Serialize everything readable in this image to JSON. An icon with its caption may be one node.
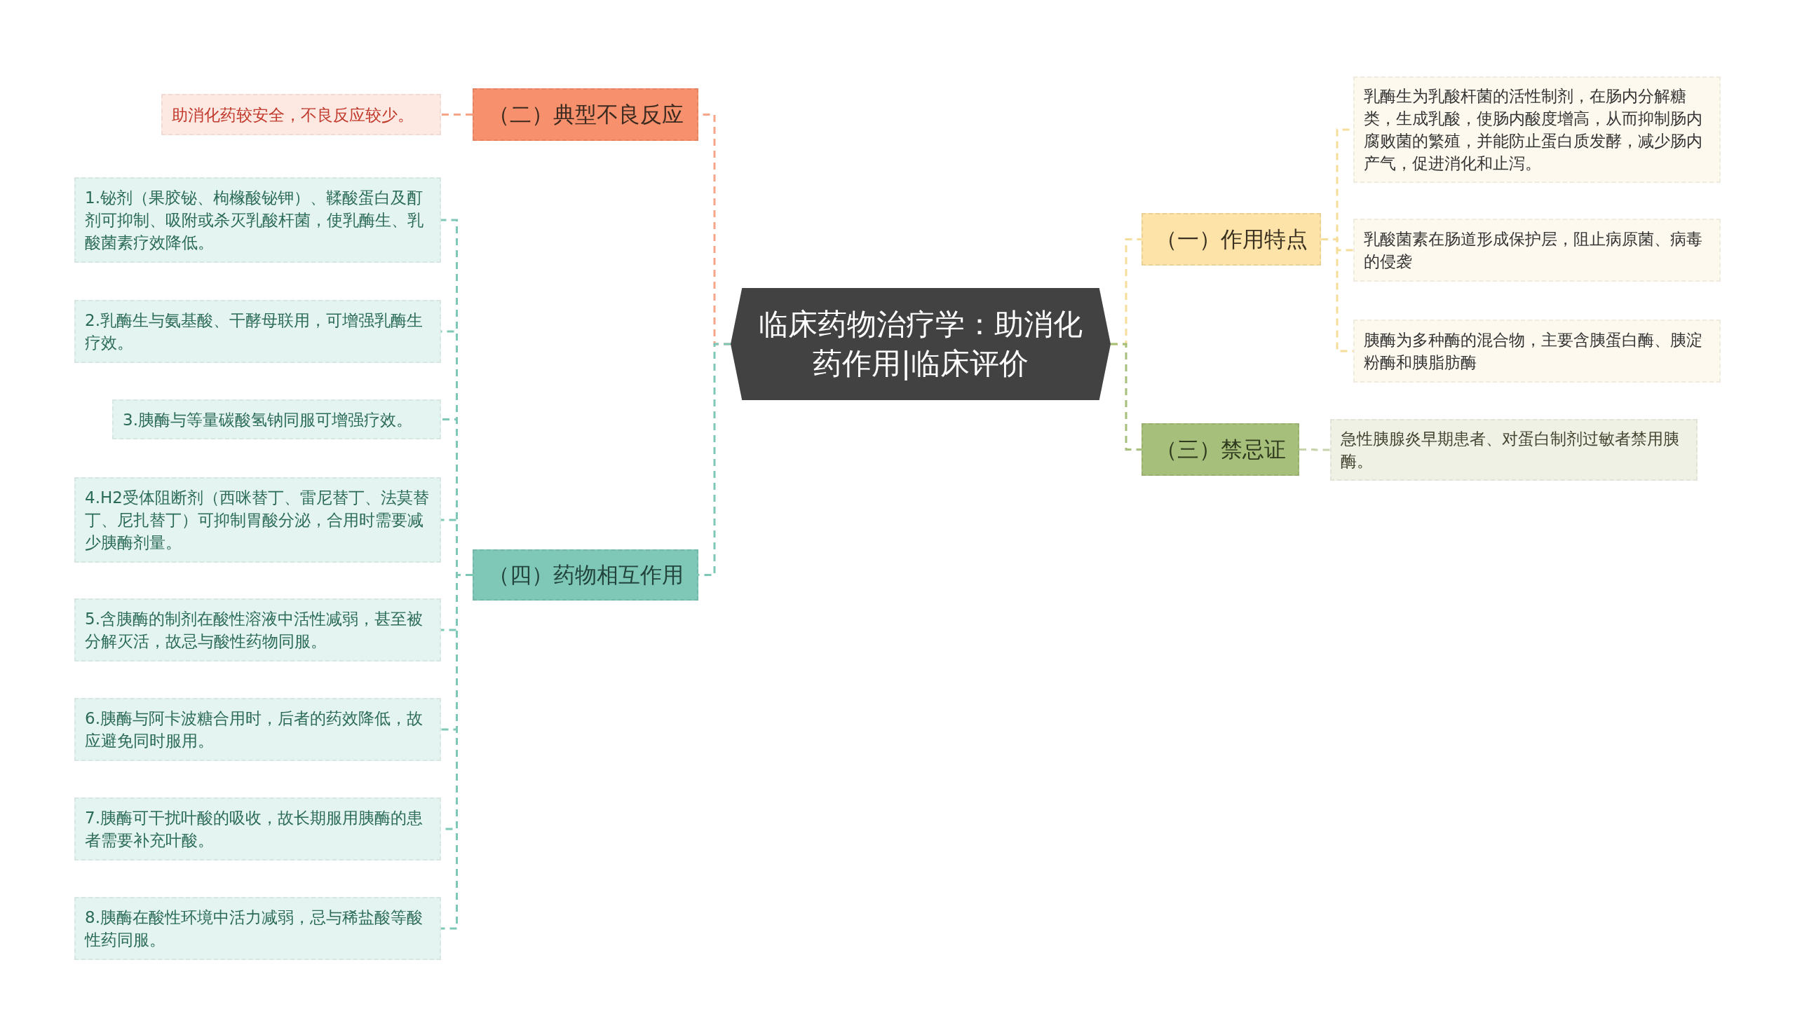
{
  "diagram": {
    "nodes": [
      {
        "text": [
          "临床药物治疗学：助消化药作用|临床评价"
        ]
      },
      {
        "text": [
          "（二）典型不良反应"
        ]
      },
      {
        "text": [
          "助消化药较安全，不良反应较少。"
        ]
      },
      {
        "text": [
          "（四）药物相互作用"
        ]
      },
      {
        "text": [
          "1.铋剂（果胶铋、枸橼酸铋钾）、鞣酸蛋白及酊剂可抑制、吸附或杀灭乳酸杆菌，使乳酶生、乳酸菌素疗效降低。"
        ]
      },
      {
        "text": [
          "2.乳酶生与氨基酸、干酵母联用，可增强乳酶生疗效。"
        ]
      },
      {
        "text": [
          "3.胰酶与等量碳酸氢钠同服可增强疗效。"
        ]
      },
      {
        "text": [
          "4.H2受体阻断剂（西咪替丁、雷尼替丁、法莫替丁、尼扎替丁）可抑制胃酸分泌，合用时需要减少胰酶剂量。"
        ]
      },
      {
        "text": [
          "5.含胰酶的制剂在酸性溶液中活性减弱，甚至被分解灭活，故忌与酸性药物同服。"
        ]
      },
      {
        "text": [
          "6.胰酶与阿卡波糖合用时，后者的药效降低，故应避免同时服用。"
        ]
      },
      {
        "text": [
          "7.胰酶可干扰叶酸的吸收，故长期服用胰酶的患者需要补充叶酸。"
        ]
      },
      {
        "text": [
          "8.胰酶在酸性环境中活力减弱，忌与稀盐酸等酸性药同服。"
        ]
      },
      {
        "text": [
          "（一）作用特点"
        ]
      },
      {
        "text": [
          "乳酶生为乳酸杆菌的活性制剂，在肠内分解糖类，生成乳酸，使肠内酸度增高，从而抑制肠内腐败菌的繁殖，并能防止蛋白质发酵，减少肠内产气，促进消化和止泻。"
        ]
      },
      {
        "text": [
          "乳酸菌素在肠道形成保护层，阻止病原菌、病毒的侵袭"
        ]
      },
      {
        "text": [
          "胰酶为多种酶的混合物，主要含胰蛋白酶、胰淀粉酶和胰脂肪酶"
        ]
      },
      {
        "text": [
          "（三）禁忌证"
        ]
      },
      {
        "text": [
          "急性胰腺炎早期患者、对蛋白制剂过敏者禁用胰酶。"
        ]
      }
    ],
    "edges": [
      {
        "from": 0,
        "to": 1,
        "arrow": "none",
        "color": "#f4a58a"
      },
      {
        "from": 1,
        "to": 2,
        "arrow": "none",
        "color": "#f4a58a"
      },
      {
        "from": 0,
        "to": 3,
        "arrow": "none"
      },
      {
        "from": 3,
        "to": 4,
        "arrow": "none"
      },
      {
        "from": 3,
        "to": 5,
        "arrow": "none"
      },
      {
        "from": 3,
        "to": 6,
        "arrow": "none"
      },
      {
        "from": 3,
        "to": 7,
        "arrow": "none"
      },
      {
        "from": 3,
        "to": 8,
        "arrow": "none"
      },
      {
        "from": 3,
        "to": 9,
        "arrow": "none"
      },
      {
        "from": 3,
        "to": 10,
        "arrow": "none"
      },
      {
        "from": 3,
        "to": 11,
        "arrow": "none"
      },
      {
        "from": 0,
        "to": 12,
        "arrow": "none",
        "color": "#f5dd9c"
      },
      {
        "from": 12,
        "to": 13,
        "arrow": "none",
        "color": "#f5dd9c"
      },
      {
        "from": 12,
        "to": 14,
        "arrow": "none",
        "color": "#f5dd9c"
      },
      {
        "from": 12,
        "to": 15,
        "arrow": "none",
        "color": "#f5dd9c"
      },
      {
        "from": 0,
        "to": 16,
        "arrow": "none",
        "color": "#a6bf7a"
      },
      {
        "from": 16,
        "to": 17,
        "arrow": "none",
        "color": "#c9d4ae"
      }
    ]
  }
}
